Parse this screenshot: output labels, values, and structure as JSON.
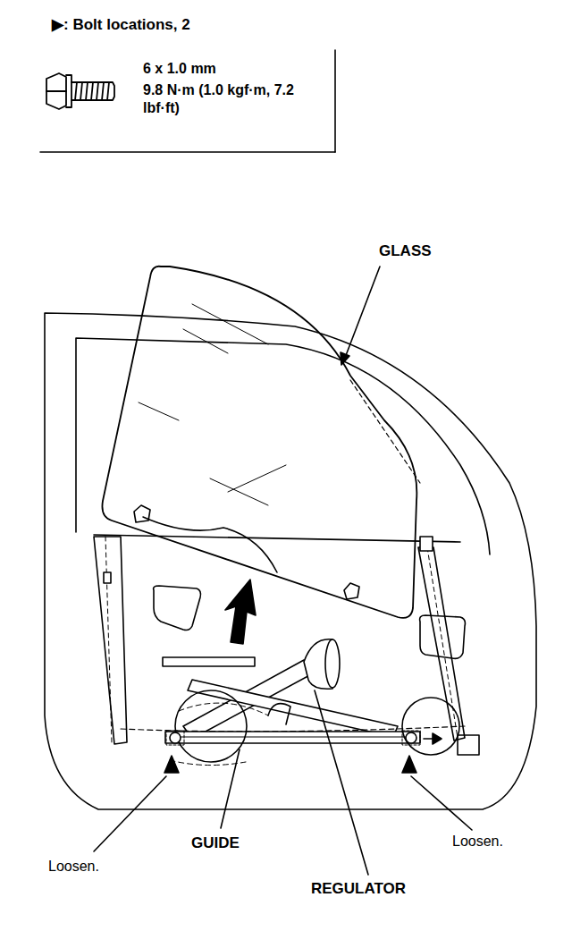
{
  "diagram": {
    "labels": [
      "▶: Bolt locations, 2",
      "6 x 1.0 mm",
      "9.8 N·m (1.0 kgf·m, 7.2 lbf·ft)",
      "GLASS",
      "GUIDE",
      "REGULATOR",
      "Loosen.",
      "Loosen."
    ]
  }
}
